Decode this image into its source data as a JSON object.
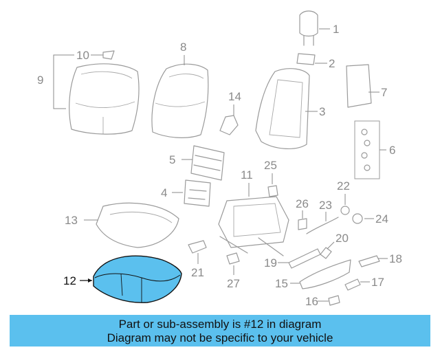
{
  "callouts": {
    "c1": "1",
    "c2": "2",
    "c3": "3",
    "c4": "4",
    "c5": "5",
    "c6": "6",
    "c7": "7",
    "c8": "8",
    "c9": "9",
    "c10": "10",
    "c11": "11",
    "c12": "12",
    "c13": "13",
    "c14": "14",
    "c15": "15",
    "c16": "16",
    "c17": "17",
    "c18": "18",
    "c19": "19",
    "c20": "20",
    "c21": "21",
    "c22": "22",
    "c23": "23",
    "c24": "24",
    "c25": "25",
    "c26": "26",
    "c27": "27"
  },
  "highlight_color": "#5bc0ee",
  "banner": {
    "line1": "Part or sub-assembly is #12 in diagram",
    "line2": "Diagram may not be specific to your vehicle",
    "color": "#5bc0ee"
  }
}
